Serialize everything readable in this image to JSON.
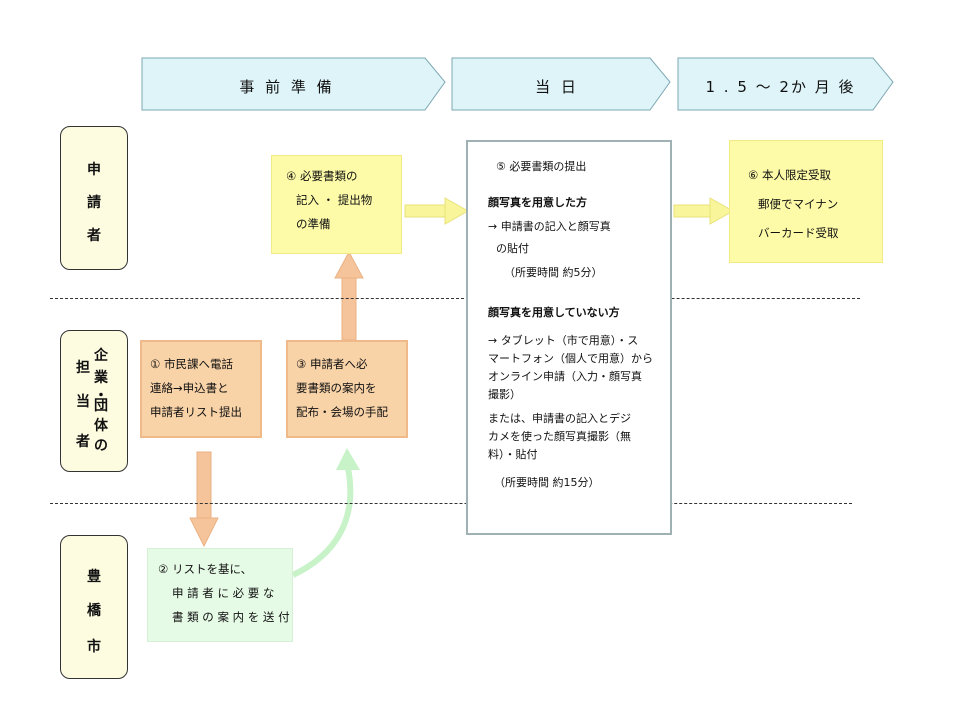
{
  "phases": [
    "事 前 準 備",
    "当 日",
    "1 . 5 〜 2か 月 後"
  ],
  "lanes": {
    "applicant": [
      "申",
      "請",
      "者"
    ],
    "company": {
      "col_left": [
        "担",
        "当",
        "者"
      ],
      "col_right": [
        "企",
        "業",
        "・",
        "団",
        "体",
        "の"
      ]
    },
    "city": [
      "豊",
      "橋",
      "市"
    ]
  },
  "boxes": {
    "box1": [
      "①  市民課へ電話",
      "連絡→申込書と",
      "申請者リスト提出"
    ],
    "box2": [
      "②  リストを基に、",
      "申 請 者 に 必 要 な",
      "書 類 の 案 内 を 送 付"
    ],
    "box3": [
      "③  申請者へ必",
      "要書類の案内を",
      "配布・会場の手配"
    ],
    "box4": [
      "④  必要書類の",
      "記入 ・ 提出物",
      "の準備"
    ],
    "box5": {
      "title": "⑤  必要書類の提出",
      "with_photo_heading": "顔写真を用意した方",
      "with_photo_lines": [
        "→  申請書の記入と顔写真",
        "の貼付"
      ],
      "with_photo_time": "（所要時間  約5分）",
      "without_photo_heading": "顔写真を用意していない方",
      "without_photo_lines": [
        "→  タブレット（市で用意）・ス",
        "マートフォン（個人で用意）から",
        "オンライン申請（入力・顔写真",
        "撮影）"
      ],
      "alt_lines": [
        "または、申請書の記入とデジ",
        "カメを使った顔写真撮影（無",
        "料）・貼付"
      ],
      "without_photo_time": "（所要時間  約15分）"
    },
    "box6": [
      "⑥  本人限定受取",
      "郵便でマイナン",
      "バーカード受取"
    ]
  },
  "colors": {
    "phase_fill": "#dff4f8",
    "phase_border": "#7da8b4",
    "lane_fill": "#fdfbe0",
    "yellow": "#fdfba8",
    "orange": "#f9d3a8",
    "green": "#e6fbe6",
    "arrow_orange": "#f5c49a",
    "arrow_yellow": "#f8f59a",
    "arrow_green": "#c8f3c8"
  }
}
